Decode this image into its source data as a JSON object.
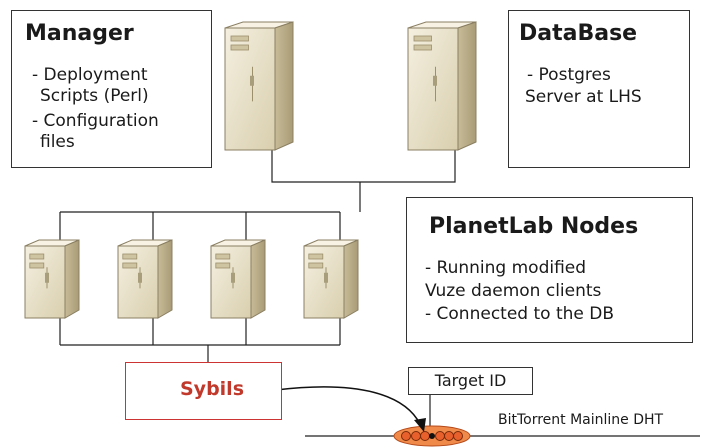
{
  "manager": {
    "title": "Manager",
    "lines": [
      "- Deployment",
      "Scripts (Perl)",
      "- Configuration",
      "files"
    ]
  },
  "database": {
    "title": "DataBase",
    "lines": [
      "- Postgres",
      "Server at LHS"
    ]
  },
  "planetlab": {
    "title": "PlanetLab Nodes",
    "lines": [
      "- Running modified",
      "Vuze daemon clients",
      "- Connected to the DB"
    ]
  },
  "sybils": {
    "label": "Sybils"
  },
  "target": {
    "label": "Target ID"
  },
  "dht": {
    "label": "BitTorrent Mainline DHT"
  },
  "colors": {
    "server_body": "#e8dfc4",
    "server_side": "#b9ad8a",
    "sybil_accent": "#c0392b",
    "dht_node": "#e8602c",
    "dht_ellipse": "#f08a4a"
  }
}
